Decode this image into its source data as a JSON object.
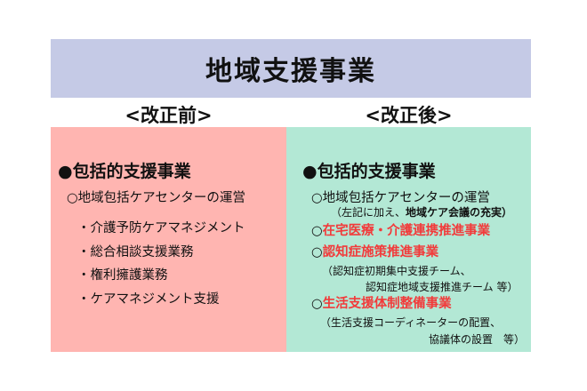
{
  "title": "地域支援事業",
  "before": {
    "heading": "<改正前>",
    "section": "●包括的支援事業",
    "center": "○地域包括ケアセンターの運営",
    "items": [
      "・介護予防ケアマネジメント",
      "・総合相談支援業務",
      "・権利擁護業務",
      "・ケアマネジメント支援"
    ]
  },
  "after": {
    "heading": "<改正後>",
    "section": "●包括的支援事業",
    "center": "○地域包括ケアセンターの運営",
    "center_note_prefix": "（左記に加え、",
    "center_note_bold": "地域ケア会議の充実）",
    "items": [
      {
        "mark": "○",
        "label": "在宅医療・介護連携推進事業"
      },
      {
        "mark": "○",
        "label": "認知症施策推進事業",
        "note1": "（認知症初期集中支援チーム、",
        "note2": "認知症地域支援推進チーム 等）"
      },
      {
        "mark": "○",
        "label": "生活支援体制整備事業",
        "note1": "（生活支援コーディネーターの配置、",
        "note2": "協議体の設置　等）"
      }
    ]
  },
  "colors": {
    "title_bg": "#c5cae6",
    "before_bg": "#ffb5b1",
    "after_bg": "#b3e8d5",
    "accent_red": "#f23a3a"
  }
}
